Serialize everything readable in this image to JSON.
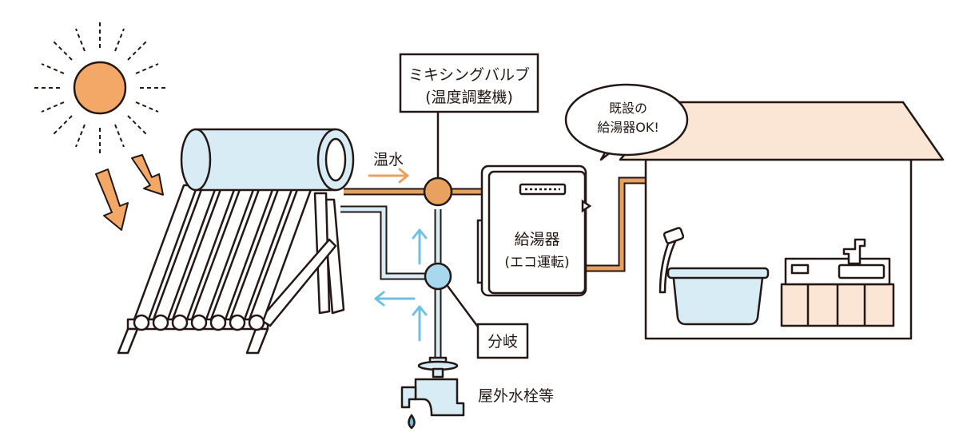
{
  "labels": {
    "mixing_valve_line1": "ミキシングバルブ",
    "mixing_valve_line2": "(温度調整機)",
    "hot_water": "温水",
    "bubble_line1": "既設の",
    "bubble_line2": "給湯器OK!",
    "water_heater_line1": "給湯器",
    "water_heater_line2": "(エコ運転)",
    "branch": "分岐",
    "outdoor_faucet": "屋外水栓等"
  },
  "colors": {
    "sun": "#f4a867",
    "hot_pipe": "#e9a15f",
    "cold_pipe": "#6ec1e4",
    "cold_fill": "#d7ecf5",
    "house_roof": "#fbe6d5",
    "cabinet": "#fbe6d5",
    "outline": "#231815"
  }
}
